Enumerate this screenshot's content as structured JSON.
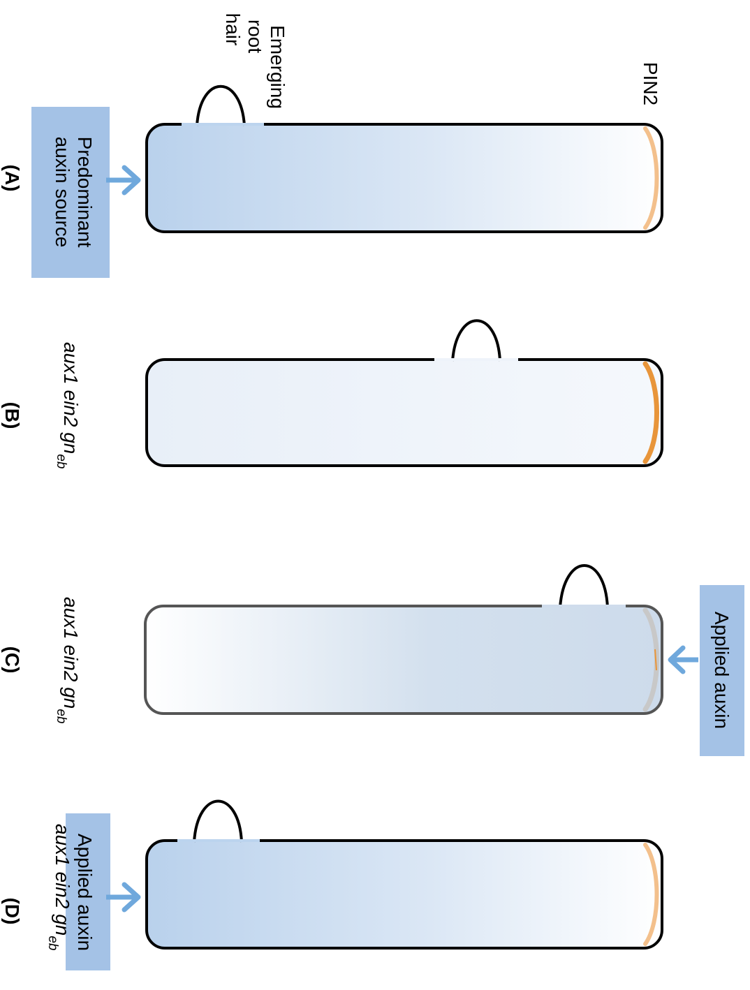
{
  "panels": [
    {
      "id": "A",
      "label": "(A)",
      "note_lines": [
        "Predominant",
        "auxin source"
      ],
      "genotype": "",
      "pin2_label": "PIN2",
      "root_hair_label_lines": [
        "Emerging",
        "root",
        "hair"
      ],
      "pin2_color": "#f3c08c",
      "cell_fill": "#bcd4ee",
      "cell_gradient": "left-high"
    },
    {
      "id": "B",
      "label": "(B)",
      "genotype": "aux1 ein2 gn",
      "genotype_subscript": "eb",
      "pin2_color": "#e8953a",
      "cell_fill": "#e9f0f9",
      "cell_gradient": "flat"
    },
    {
      "id": "C",
      "label": "(C)",
      "genotype": "aux1 ein2 gn",
      "genotype_subscript": "eb",
      "note_lines": [
        "Applied auxin"
      ],
      "pin2_color": "#c8c8c8",
      "cell_fill": "#cfdcec",
      "cell_gradient": "right-high"
    },
    {
      "id": "D",
      "label": "(D)",
      "note_lines": [
        "Applied auxin"
      ],
      "genotype": "aux1 ein2 gn",
      "genotype_subscript": "eb",
      "pin2_color": "#f3c08c",
      "cell_fill": "#bcd4ee",
      "cell_gradient": "left-high"
    }
  ],
  "colors": {
    "arrow": "#6fa8dc",
    "note_box": "#a4c2e6",
    "outline": "#000000",
    "outline_c": "#555555"
  }
}
